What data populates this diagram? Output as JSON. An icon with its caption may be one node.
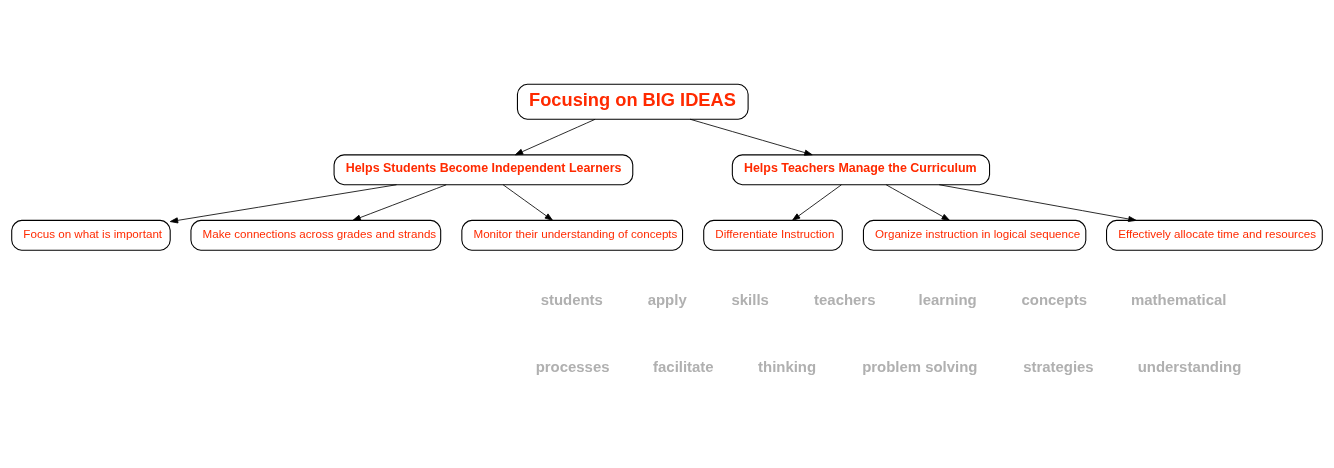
{
  "diagram": {
    "nodes": [
      {
        "text": [
          "Focusing on BIG IDEAS"
        ]
      },
      {
        "text": [
          "Focus on what is important"
        ]
      },
      {
        "text": [
          "Make connections across grades and strands"
        ]
      },
      {
        "text": [
          "Helps Students Become Independent Learners"
        ]
      },
      {
        "text": [
          "Monitor their understanding of concepts"
        ]
      },
      {
        "text": [
          "Differentiate Instruction"
        ]
      },
      {
        "text": [
          "Organize instruction in logical sequence"
        ]
      },
      {
        "text": [
          "Effectively allocate time and resources"
        ]
      },
      {
        "text": [
          "Helps Teachers Manage the Curriculum"
        ]
      }
    ],
    "edges": [
      {
        "from": 0,
        "to": 3,
        "arrow": "to"
      },
      {
        "from": 0,
        "to": 8,
        "arrow": "to"
      },
      {
        "from": 3,
        "to": 1,
        "arrow": "to"
      },
      {
        "from": 3,
        "to": 2,
        "arrow": "to"
      },
      {
        "from": 3,
        "to": 4,
        "arrow": "to"
      },
      {
        "from": 8,
        "to": 5,
        "arrow": "to"
      },
      {
        "from": 8,
        "to": 6,
        "arrow": "to"
      },
      {
        "from": 8,
        "to": 7,
        "arrow": "to"
      }
    ],
    "labels": [
      "students",
      "apply",
      "skills",
      "teachers",
      "learning",
      "concepts",
      "mathematical",
      "processes",
      "facilitate",
      "thinking",
      "problem solving",
      "strategies",
      "understanding"
    ]
  }
}
